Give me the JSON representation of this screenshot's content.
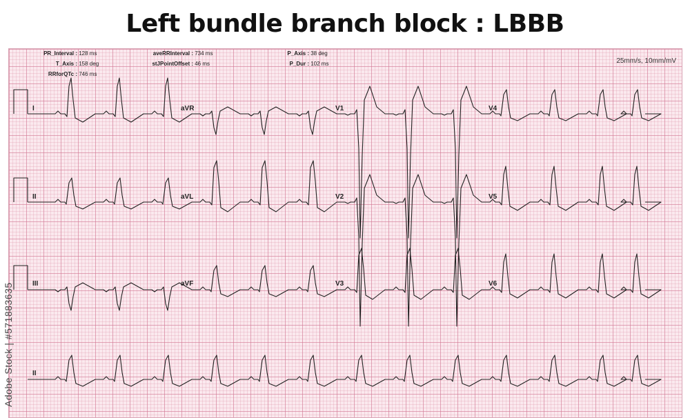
{
  "title": "Left bundle branch block : LBBB",
  "measurements": [
    {
      "label": "PR_Interval :",
      "value": "128 ms"
    },
    {
      "label": "T_Axis :",
      "value": "158 deg"
    },
    {
      "label": "RRforQTc :",
      "value": "746 ms"
    },
    {
      "label": "aveRRInterval :",
      "value": "734 ms"
    },
    {
      "label": "stJPointOffset :",
      "value": "46 ms"
    },
    {
      "label": "P_Axis :",
      "value": "38 deg"
    },
    {
      "label": "P_Dur :",
      "value": "102 ms"
    }
  ],
  "speed_label": "25mm/s, 10mm/mV",
  "leads": {
    "row1": [
      "I",
      "aVR",
      "V1",
      "V4"
    ],
    "row2": [
      "II",
      "aVL",
      "V2",
      "V5"
    ],
    "row3": [
      "III",
      "aVF",
      "V3",
      "V6"
    ],
    "row4": [
      "II"
    ]
  },
  "watermark": "Adobe Stock | #571883635",
  "colors": {
    "paper": "#fbe9ee",
    "grid": "#d2788f",
    "trace": "#222222"
  }
}
